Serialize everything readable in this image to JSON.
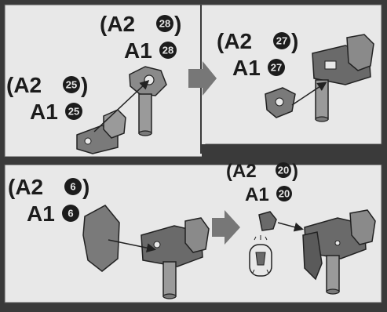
{
  "colors": {
    "frame": "#3a3a3a",
    "panel": "#e8e8e8",
    "text": "#1c1c1c",
    "part_dark": "#6a6a6a",
    "part_mid": "#9a9a9a",
    "part_light": "#c8c8c8",
    "step_arrow": "#777777"
  },
  "icons": [
    "step-arrow-icon",
    "insert-arrow-icon",
    "part-icon"
  ],
  "panels": [
    {
      "name": "panel-1",
      "labels": [
        {
          "alt": "(A2",
          "num": "28",
          "close": ")",
          "main": "A1",
          "main_num": "28"
        },
        {
          "alt": "(A2",
          "num": "25",
          "close": ")",
          "main": "A1",
          "main_num": "25"
        }
      ]
    },
    {
      "name": "panel-2",
      "labels": [
        {
          "alt": "(A2",
          "num": "27",
          "close": ")",
          "main": "A1",
          "main_num": "27"
        }
      ]
    },
    {
      "name": "panel-3",
      "labels": [
        {
          "alt": "(A2",
          "num": "6",
          "close": ")",
          "main": "A1",
          "main_num": "6"
        }
      ]
    },
    {
      "name": "panel-4",
      "labels": [
        {
          "alt": "(A2",
          "num": "20",
          "close": ")",
          "main": "A1",
          "main_num": "20"
        }
      ]
    }
  ]
}
